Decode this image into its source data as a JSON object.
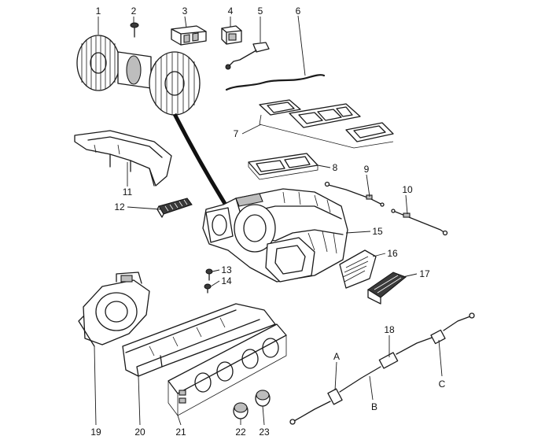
{
  "callouts": [
    {
      "id": "c1",
      "text": "1"
    },
    {
      "id": "c2",
      "text": "2"
    },
    {
      "id": "c3",
      "text": "3"
    },
    {
      "id": "c4",
      "text": "4"
    },
    {
      "id": "c5",
      "text": "5"
    },
    {
      "id": "c6",
      "text": "6"
    },
    {
      "id": "c7",
      "text": "7"
    },
    {
      "id": "c8",
      "text": "8"
    },
    {
      "id": "c9",
      "text": "9"
    },
    {
      "id": "c10",
      "text": "10"
    },
    {
      "id": "c11",
      "text": "11"
    },
    {
      "id": "c12",
      "text": "12"
    },
    {
      "id": "c13",
      "text": "13"
    },
    {
      "id": "c14",
      "text": "14"
    },
    {
      "id": "c15",
      "text": "15"
    },
    {
      "id": "c16",
      "text": "16"
    },
    {
      "id": "c17",
      "text": "17"
    },
    {
      "id": "c18",
      "text": "18"
    },
    {
      "id": "c19",
      "text": "19"
    },
    {
      "id": "c20",
      "text": "20"
    },
    {
      "id": "c21",
      "text": "21"
    },
    {
      "id": "c22",
      "text": "22"
    },
    {
      "id": "c23",
      "text": "23"
    },
    {
      "id": "cA",
      "text": "A"
    },
    {
      "id": "cB",
      "text": "B"
    },
    {
      "id": "cC",
      "text": "C"
    }
  ]
}
